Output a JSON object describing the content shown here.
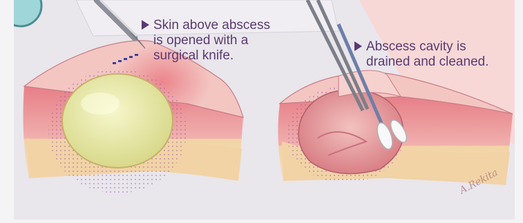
{
  "callouts": [
    {
      "lines": [
        "Skin above abscess",
        "is opened with a",
        "surgical knife."
      ]
    },
    {
      "lines": [
        "Abscess cavity is",
        "drained and cleaned."
      ]
    }
  ],
  "signature": "A.Rekita",
  "colors": {
    "callout_text": "#5a3a72",
    "skin_surface": "#f3c6c2",
    "skin_side": "#e98f94",
    "fat_layer": "#f2d0a3",
    "pus": "#e8e9a6",
    "cavity": "#e79a9b"
  }
}
